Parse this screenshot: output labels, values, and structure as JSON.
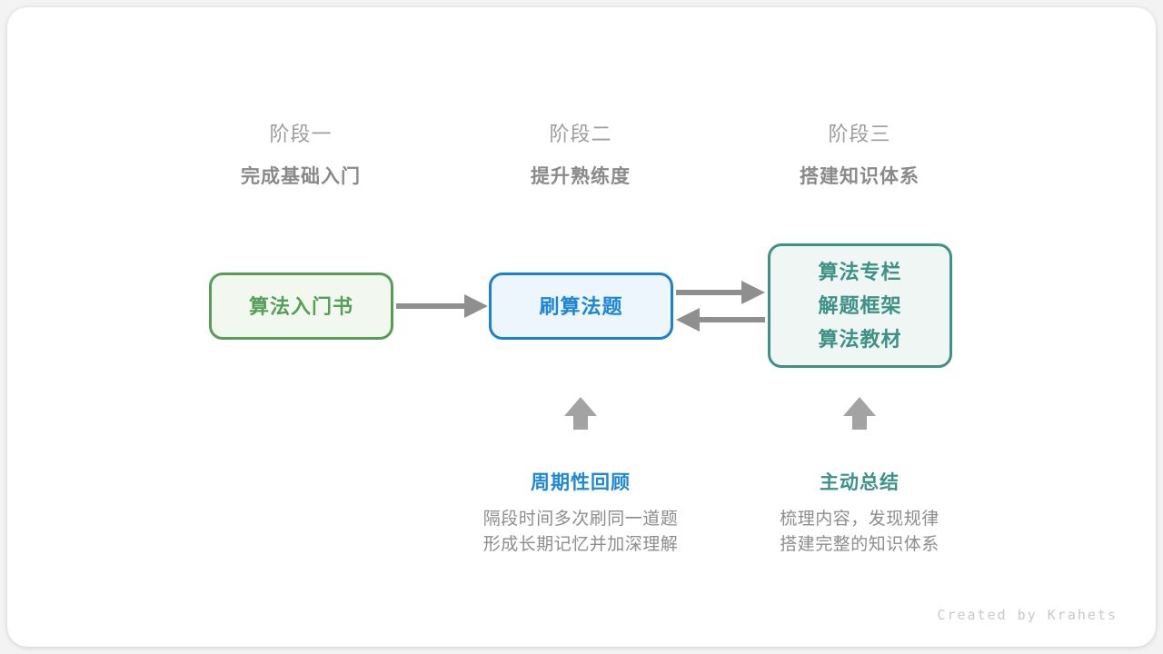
{
  "canvas": {
    "card_background": "#ffffff",
    "page_background": "#f3f3f3"
  },
  "stages": [
    {
      "label": "阶段一",
      "subtitle": "完成基础入门",
      "box": {
        "lines": [
          "算法入门书"
        ],
        "text_color": "#55a058",
        "border_color": "#579e53",
        "background": "#f2f8f0"
      }
    },
    {
      "label": "阶段二",
      "subtitle": "提升熟练度",
      "box": {
        "lines": [
          "刷算法题"
        ],
        "text_color": "#1b86d6",
        "border_color": "#1b7fd2",
        "background": "#edf6fc"
      },
      "callout": {
        "title": "周期性回顾",
        "title_color": "#1e88d4",
        "desc_lines": [
          "隔段时间多次刷同一道题",
          "形成长期记忆并加深理解"
        ]
      }
    },
    {
      "label": "阶段三",
      "subtitle": "搭建知识体系",
      "box": {
        "lines": [
          "算法专栏",
          "解题框架",
          "算法教材"
        ],
        "text_color": "#3d9186",
        "border_color": "#3d9186",
        "background": "#eff6f3"
      },
      "callout": {
        "title": "主动总结",
        "title_color": "#3d9186",
        "desc_lines": [
          "梳理内容，发现规律",
          "搭建完整的知识体系"
        ]
      }
    }
  ],
  "arrows": {
    "color_horizontal": "#8f8f8f",
    "color_up": "#a3a3a3",
    "connections": [
      "stage1-box to stage2-box (right)",
      "stage2-box to stage3-box (right)",
      "stage3-box to stage2-box (left)",
      "periodic-review up to stage2-box",
      "active-summary up to stage3-box"
    ]
  },
  "footer": {
    "credit": "Created by Krahets"
  }
}
